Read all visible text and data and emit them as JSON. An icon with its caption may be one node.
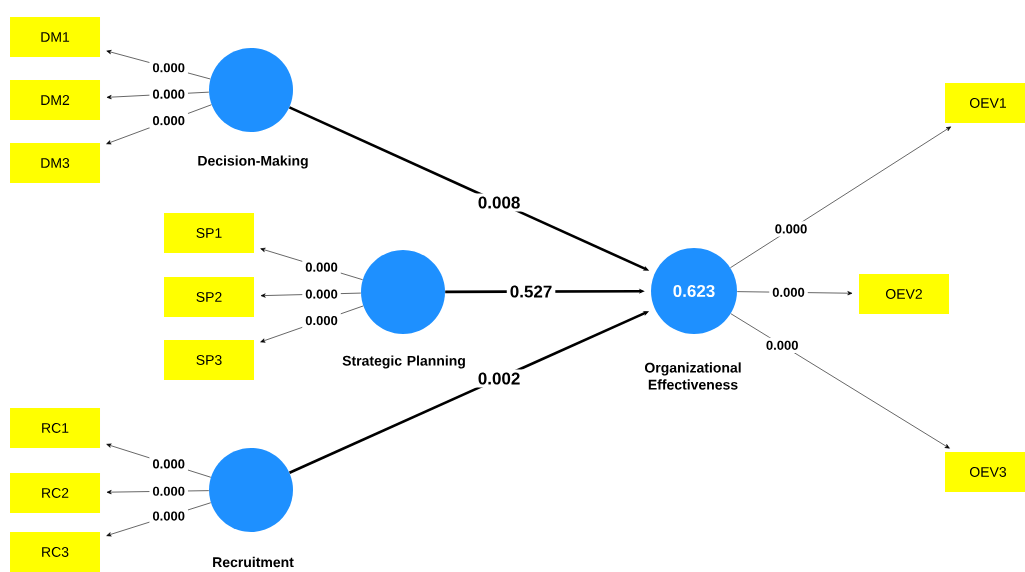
{
  "diagram": {
    "nodes": [
      {
        "text": [
          "DM1"
        ]
      },
      {
        "text": [
          "DM2"
        ]
      },
      {
        "text": [
          "DM3"
        ]
      },
      {
        "text": [],
        "shape": "circle",
        "beside": [
          "Decision-Making"
        ]
      },
      {
        "text": [
          "SP1"
        ]
      },
      {
        "text": [
          "SP2"
        ]
      },
      {
        "text": [
          "SP3"
        ]
      },
      {
        "text": [],
        "shape": "circle",
        "beside": [
          "Strategic Planning"
        ]
      },
      {
        "text": [
          "RC1"
        ]
      },
      {
        "text": [
          "RC2"
        ]
      },
      {
        "text": [
          "RC3"
        ]
      },
      {
        "text": [],
        "shape": "circle",
        "beside": [
          "Recruitment"
        ]
      },
      {
        "text": [
          "0.623"
        ],
        "beside": [
          "Organizational Effectiveness"
        ]
      },
      {
        "text": [
          "OEV1"
        ]
      },
      {
        "text": [
          "OEV2"
        ]
      },
      {
        "text": [
          "OEV3"
        ]
      }
    ],
    "edges": [
      {
        "from": 3,
        "to": 0,
        "arrow": "to",
        "label": "0.000"
      },
      {
        "from": 3,
        "to": 1,
        "arrow": "to",
        "label": "0.000"
      },
      {
        "from": 3,
        "to": 2,
        "arrow": "to",
        "label": "0.000"
      },
      {
        "from": 7,
        "to": 4,
        "arrow": "to",
        "label": "0.000"
      },
      {
        "from": 7,
        "to": 5,
        "arrow": "to",
        "label": "0.000"
      },
      {
        "from": 7,
        "to": 6,
        "arrow": "to",
        "label": "0.000"
      },
      {
        "from": 11,
        "to": 8,
        "arrow": "to",
        "label": "0.000"
      },
      {
        "from": 11,
        "to": 9,
        "arrow": "to",
        "label": "0.000"
      },
      {
        "from": 11,
        "to": 10,
        "arrow": "to",
        "label": "0.000"
      },
      {
        "from": 3,
        "to": 12,
        "arrow": "to",
        "label": "0.008",
        "style": "thick"
      },
      {
        "from": 7,
        "to": 12,
        "arrow": "to",
        "label": "0.527",
        "style": "thick"
      },
      {
        "from": 11,
        "to": 12,
        "arrow": "to",
        "label": "0.002",
        "style": "thick"
      },
      {
        "from": 12,
        "to": 13,
        "arrow": "to",
        "label": "0.000"
      },
      {
        "from": 12,
        "to": 14,
        "arrow": "to",
        "label": "0.000"
      },
      {
        "from": 12,
        "to": 15,
        "arrow": "to",
        "label": "0.000"
      }
    ]
  }
}
